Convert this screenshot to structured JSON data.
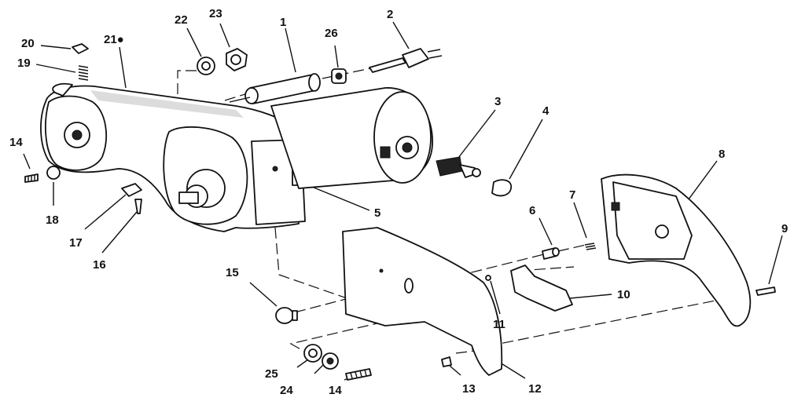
{
  "diagram": {
    "callouts": [
      {
        "id": "c1",
        "text": "1"
      },
      {
        "id": "c2",
        "text": "2"
      },
      {
        "id": "c3",
        "text": "3"
      },
      {
        "id": "c4",
        "text": "4"
      },
      {
        "id": "c5",
        "text": "5"
      },
      {
        "id": "c6",
        "text": "6"
      },
      {
        "id": "c7",
        "text": "7"
      },
      {
        "id": "c8",
        "text": "8"
      },
      {
        "id": "c9",
        "text": "9"
      },
      {
        "id": "c10",
        "text": "10"
      },
      {
        "id": "c11",
        "text": "11"
      },
      {
        "id": "c12",
        "text": "12"
      },
      {
        "id": "c13",
        "text": "13"
      },
      {
        "id": "c14a",
        "text": "14"
      },
      {
        "id": "c14b",
        "text": "14"
      },
      {
        "id": "c15",
        "text": "15"
      },
      {
        "id": "c16",
        "text": "16"
      },
      {
        "id": "c17",
        "text": "17"
      },
      {
        "id": "c18",
        "text": "18"
      },
      {
        "id": "c19",
        "text": "19"
      },
      {
        "id": "c20",
        "text": "20"
      },
      {
        "id": "c21",
        "text": "21●"
      },
      {
        "id": "c22",
        "text": "22"
      },
      {
        "id": "c23",
        "text": "23"
      },
      {
        "id": "c24",
        "text": "24"
      },
      {
        "id": "c25",
        "text": "25"
      },
      {
        "id": "c26",
        "text": "26"
      }
    ]
  }
}
